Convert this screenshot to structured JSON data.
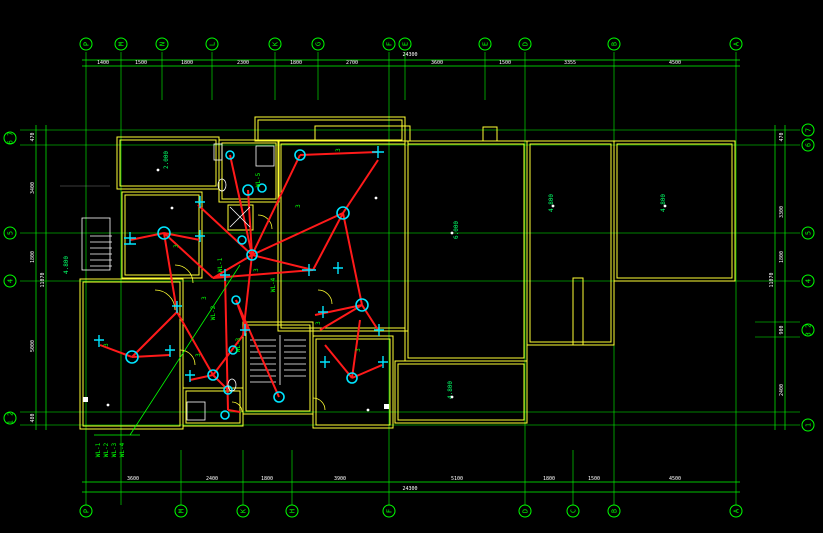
{
  "colors": {
    "background": "#000000",
    "grid_axis": "#00ff00",
    "wall": "#ffff33",
    "wiring": "#ff1a1a",
    "fixture": "#00e5ff",
    "room_text": "#00ff66",
    "small_text": "#ffffff",
    "fixture_label": "#00ff00"
  },
  "axes": {
    "top_labels": [
      "P",
      "M",
      "N",
      "L",
      "K",
      "G",
      "F",
      "E",
      "E",
      "D",
      "B",
      "A"
    ],
    "bottom_labels": [
      "P",
      "M",
      "K",
      "H",
      "F",
      "D",
      "C",
      "B",
      "A"
    ],
    "left_labels": [
      "6 7",
      "5",
      "4",
      "1 2"
    ],
    "right_labels": [
      "7",
      "6",
      "5",
      "4",
      "3 2",
      "1"
    ]
  },
  "dimensions": {
    "top_total": "24300",
    "top_segments": [
      "1400",
      "1500",
      "1800",
      "2300",
      "1800",
      "2700",
      "3600",
      "1500",
      "3355",
      "4500"
    ],
    "bottom_total": "24300",
    "bottom_segments": [
      "3600",
      "2400",
      "1800",
      "3900",
      "5100",
      "1800",
      "1500",
      "4500"
    ],
    "left_segments": [
      "470",
      "3400",
      "1800",
      "5000",
      "480"
    ],
    "left_total": "11070",
    "right_segments": [
      "470",
      "3300",
      "1800",
      "900",
      "2400"
    ],
    "right_total": "11070"
  },
  "room_labels": [
    "6.000",
    "4.800",
    "4.800",
    "4.800",
    "2.000",
    "4.800"
  ],
  "fixture_labels": [
    "WL-1",
    "WL-2",
    "WL-3",
    "WL-4",
    "WL-5",
    "3",
    "3",
    "3",
    "3",
    "3",
    "3",
    "3",
    "3",
    "3"
  ],
  "legend_labels": [
    "WL-1",
    "WL-2",
    "WL-3",
    "WL-4"
  ]
}
